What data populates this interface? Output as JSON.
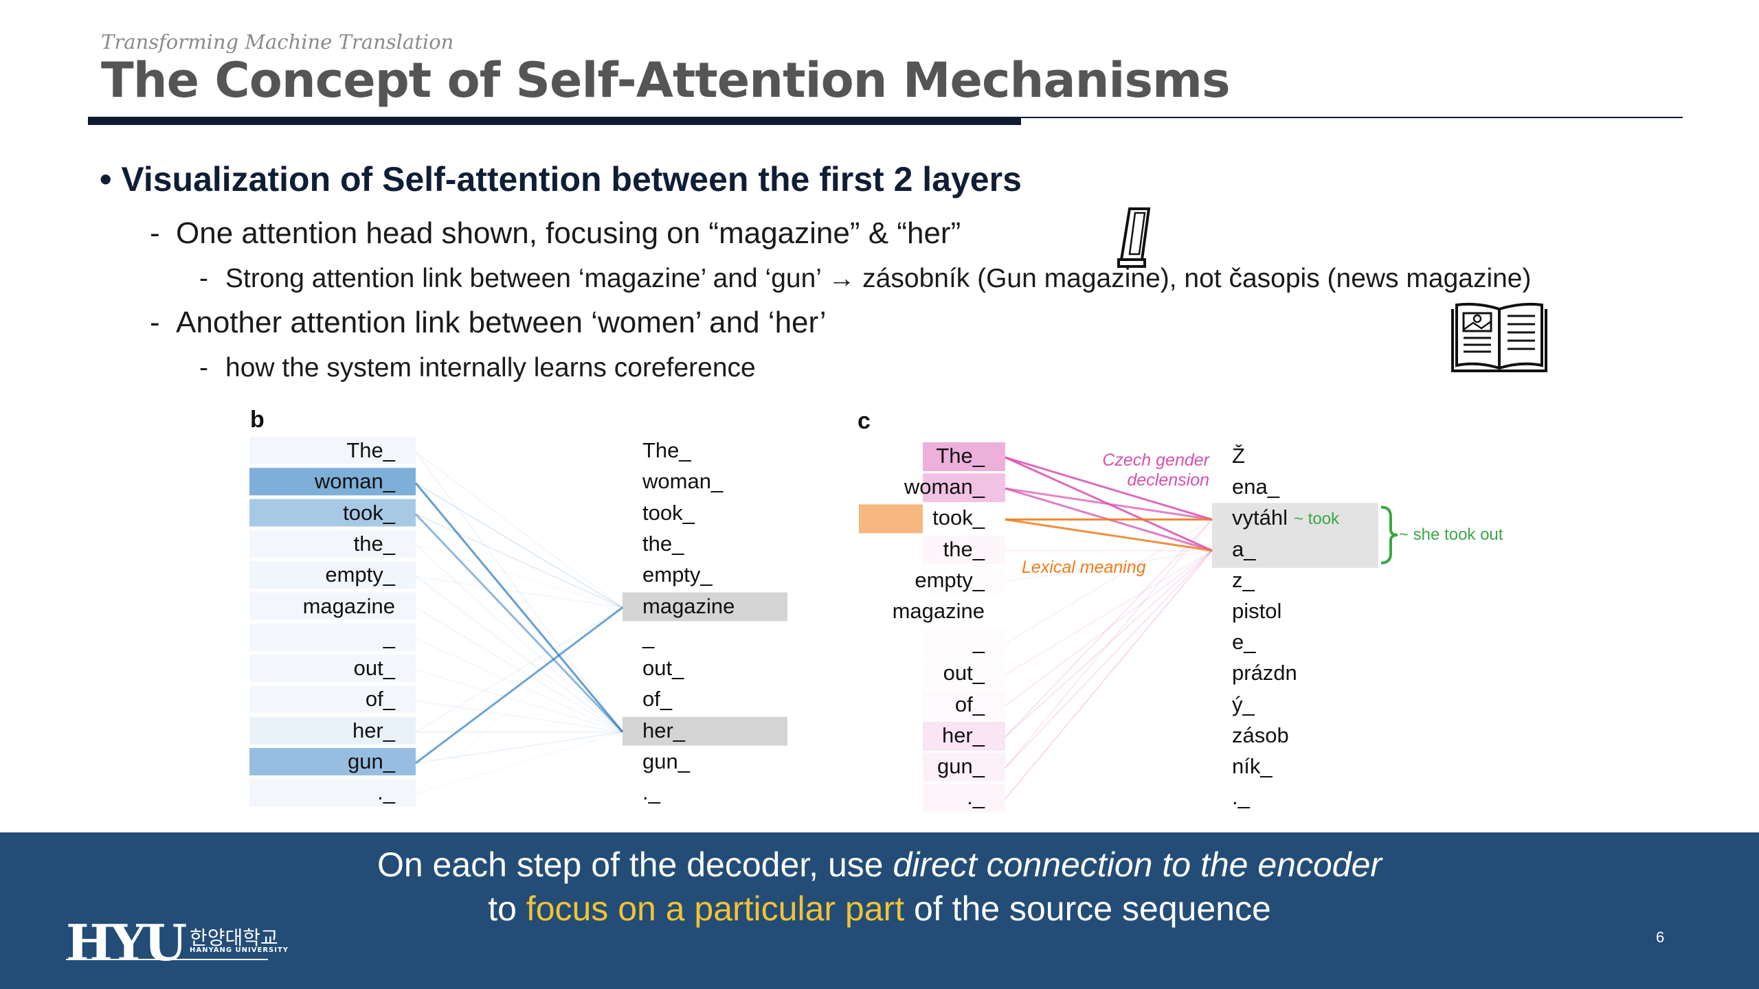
{
  "header": {
    "subtitle": "Transforming Machine Translation",
    "title": "The Concept of Self-Attention Mechanisms"
  },
  "bullets": {
    "b1": "Visualization of Self-attention between the first 2 layers",
    "b2_pre": "One attention head shown, focusing on “magazine” & “her”",
    "b3": "Strong attention link between ‘magazine’ and ‘gun’ → zásobník (Gun magazine), not časopis (news magazine)",
    "b4": "Another attention link between ‘women’ and ‘her’",
    "b5": "how the system internally learns coreference",
    "dash": "-"
  },
  "icons": {
    "magazine": "gun-magazine-icon",
    "book": "open-book-icon"
  },
  "figure_b": {
    "label": "b",
    "left_tokens": [
      "The_",
      "woman_",
      "took_",
      "the_",
      "empty_",
      "magazine",
      "_",
      "out_",
      "of_",
      "her_",
      "gun_",
      "._"
    ],
    "right_tokens": [
      "The_",
      "woman_",
      "took_",
      "the_",
      "empty_",
      "magazine",
      "_",
      "out_",
      "of_",
      "her_",
      "gun_",
      "._"
    ],
    "left_weights": [
      0.06,
      0.62,
      0.42,
      0.05,
      0.07,
      0.04,
      0.05,
      0.04,
      0.03,
      0.1,
      0.5,
      0.03
    ],
    "highlight_right": [
      5,
      9
    ],
    "color": "#2f7ec1"
  },
  "figure_c": {
    "label": "c",
    "left_tokens": [
      "The_",
      "woman_",
      "took_",
      "the_",
      "empty_",
      "magazine",
      "_",
      "out_",
      "of_",
      "her_",
      "gun_",
      "._"
    ],
    "right_tokens": [
      "Ž",
      "ena_",
      "vytáhl",
      "a_",
      "z_",
      "pistol",
      "e_",
      "prázdn",
      "ý_",
      "zásob",
      "ník_",
      "._"
    ],
    "left_pink": [
      0.45,
      0.35,
      0.0,
      0.05,
      0.02,
      0.0,
      0.02,
      0.02,
      0.03,
      0.15,
      0.08,
      0.06
    ],
    "left_orange": [
      0,
      0,
      0.55,
      0,
      0,
      0,
      0,
      0,
      0,
      0,
      0,
      0
    ],
    "annot_gender": "Czech gender declension",
    "annot_gender_l1": "Czech gender",
    "annot_gender_l2": "declension",
    "annot_lexical": "Lexical meaning",
    "annot_took": "~ took",
    "annot_she": "~ she took out",
    "pink": "#d84fb0",
    "orange": "#f07b1a",
    "green": "#3aa845"
  },
  "footer": {
    "line1_a": "On each step of the decoder, use ",
    "line1_b": "direct connection to the encoder",
    "line2_a": "to ",
    "line2_b": "focus on a particular part",
    "line2_c": " of the source sequence",
    "logo": "HYU",
    "logo_kr": "한양대학교",
    "logo_en": "HANYANG UNIVERSITY",
    "page": "6"
  },
  "colors": {
    "title": "#555555",
    "navy": "#0e1b30",
    "footer_bg": "#234d77",
    "accent": "#f3c332"
  }
}
